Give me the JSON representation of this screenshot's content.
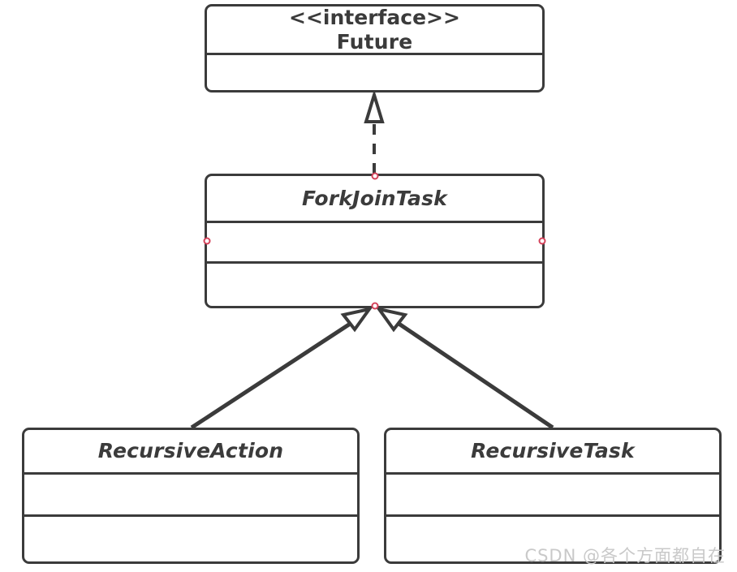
{
  "diagram": {
    "kind": "uml-class-diagram",
    "title": "ForkJoinTask class hierarchy",
    "background_color": "#ffffff",
    "line_color": "#3b3b3b",
    "handle_color": "#d4425a",
    "watermark": "CSDN @各个方面都自在",
    "classes": [
      {
        "id": "future",
        "stereotype": "<<interface>>",
        "name": "Future",
        "abstract": false,
        "compartments": [
          "attributes"
        ]
      },
      {
        "id": "forkjointask",
        "stereotype": "",
        "name": "ForkJoinTask",
        "abstract": true,
        "compartments": [
          "attributes",
          "operations"
        ]
      },
      {
        "id": "recursiveaction",
        "stereotype": "",
        "name": "RecursiveAction",
        "abstract": true,
        "compartments": [
          "attributes",
          "operations"
        ]
      },
      {
        "id": "recursivetask",
        "stereotype": "",
        "name": "RecursiveTask",
        "abstract": true,
        "compartments": [
          "attributes",
          "operations"
        ]
      }
    ],
    "relationships": [
      {
        "id": "rel-forkjointask-future",
        "type": "realization",
        "style": "dashed",
        "arrowhead": "hollow-triangle",
        "from": "ForkJoinTask",
        "to": "Future"
      },
      {
        "id": "rel-recursiveaction-forkjointask",
        "type": "generalization",
        "style": "solid",
        "arrowhead": "hollow-triangle",
        "from": "RecursiveAction",
        "to": "ForkJoinTask"
      },
      {
        "id": "rel-recursivetask-forkjointask",
        "type": "generalization",
        "style": "solid",
        "arrowhead": "hollow-triangle",
        "from": "RecursiveTask",
        "to": "ForkJoinTask"
      }
    ]
  }
}
